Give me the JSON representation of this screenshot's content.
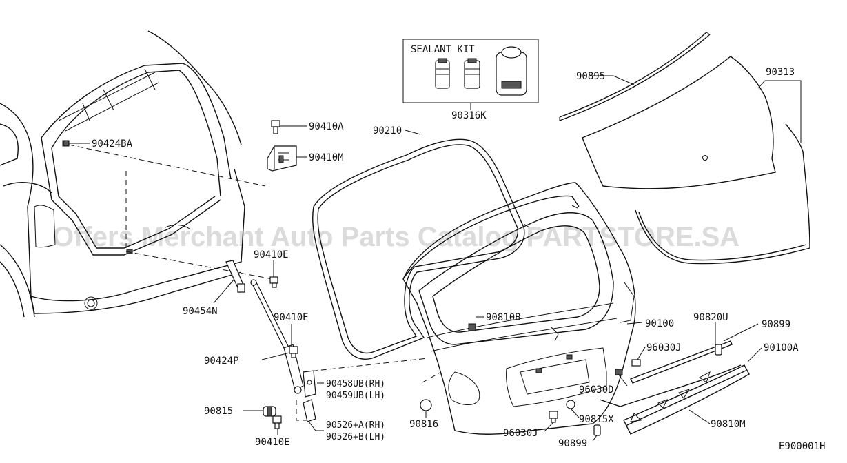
{
  "sealant_kit": {
    "title": "SEALANT KIT"
  },
  "watermark": "Offers Merchant Auto Parts Catalog PARTSTORE.SA",
  "diagram_code": "E900001H",
  "labels": {
    "p90410A": "90410A",
    "p90424BA": "90424BA",
    "p90410M": "90410M",
    "p90210": "90210",
    "p90316K": "90316K",
    "p90895": "90895",
    "p90313": "90313",
    "p90410E_a": "90410E",
    "p90454N": "90454N",
    "p90410E_b": "90410E",
    "p90424P": "90424P",
    "p90810B": "90810B",
    "p90100": "90100",
    "p90820U": "90820U",
    "p90899_a": "90899",
    "p96030J_a": "96030J",
    "p90100A": "90100A",
    "p90458UB": "90458UB(RH)",
    "p90459UB": "90459UB(LH)",
    "p96030D": "96030D",
    "p90815": "90815",
    "p90816": "90816",
    "p90815X": "90815X",
    "p90810M": "90810M",
    "p90526A": "90526+A(RH)",
    "p90526B": "90526+B(LH)",
    "p90410E_c": "90410E",
    "p96030J_b": "96030J",
    "p90899_b": "90899"
  }
}
